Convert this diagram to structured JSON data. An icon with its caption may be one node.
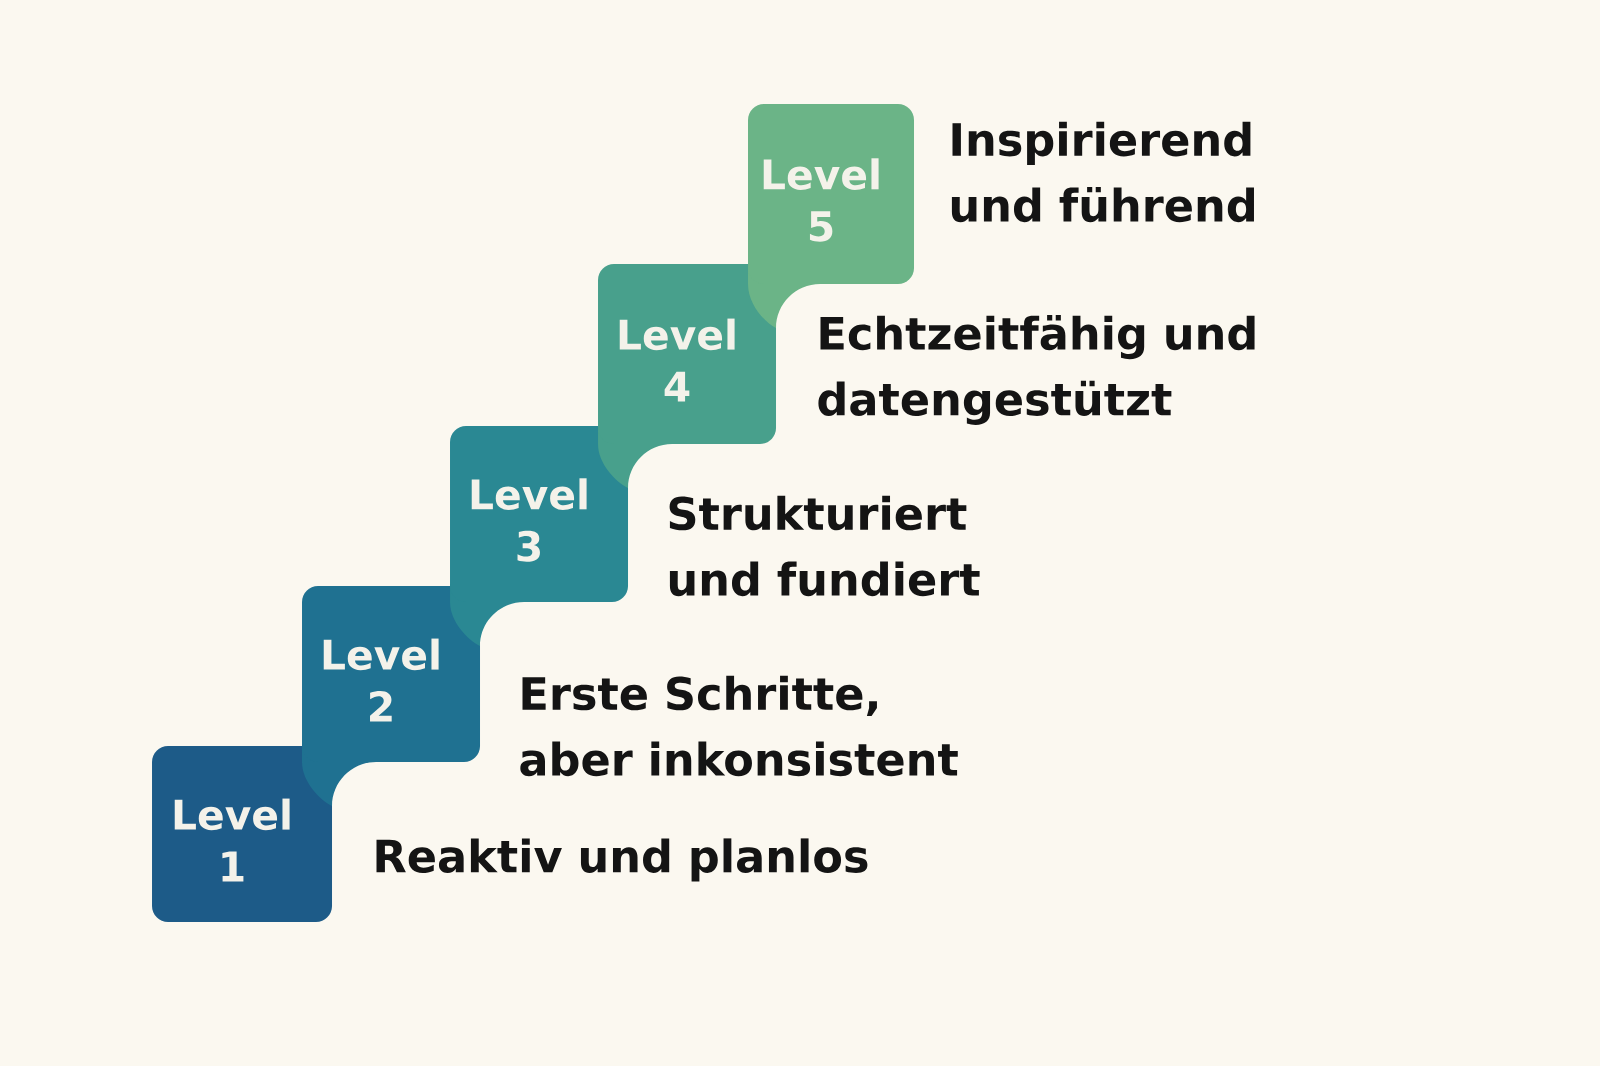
{
  "diagram": {
    "nodes": [
      {
        "text": [
          "Level 1"
        ],
        "beside": [
          "Reaktiv und planlos"
        ]
      },
      {
        "text": [
          "Level 2"
        ],
        "beside": [
          "Erste Schritte, aber inkonsistent"
        ]
      },
      {
        "text": [
          "Level 3"
        ],
        "beside": [
          "Strukturiert und fundiert"
        ]
      },
      {
        "text": [
          "Level 4"
        ],
        "beside": [
          "Echtzeitfähig und datengestützt"
        ]
      },
      {
        "text": [
          "Level 5"
        ],
        "beside": [
          "Inspirierend und führend"
        ]
      }
    ]
  }
}
